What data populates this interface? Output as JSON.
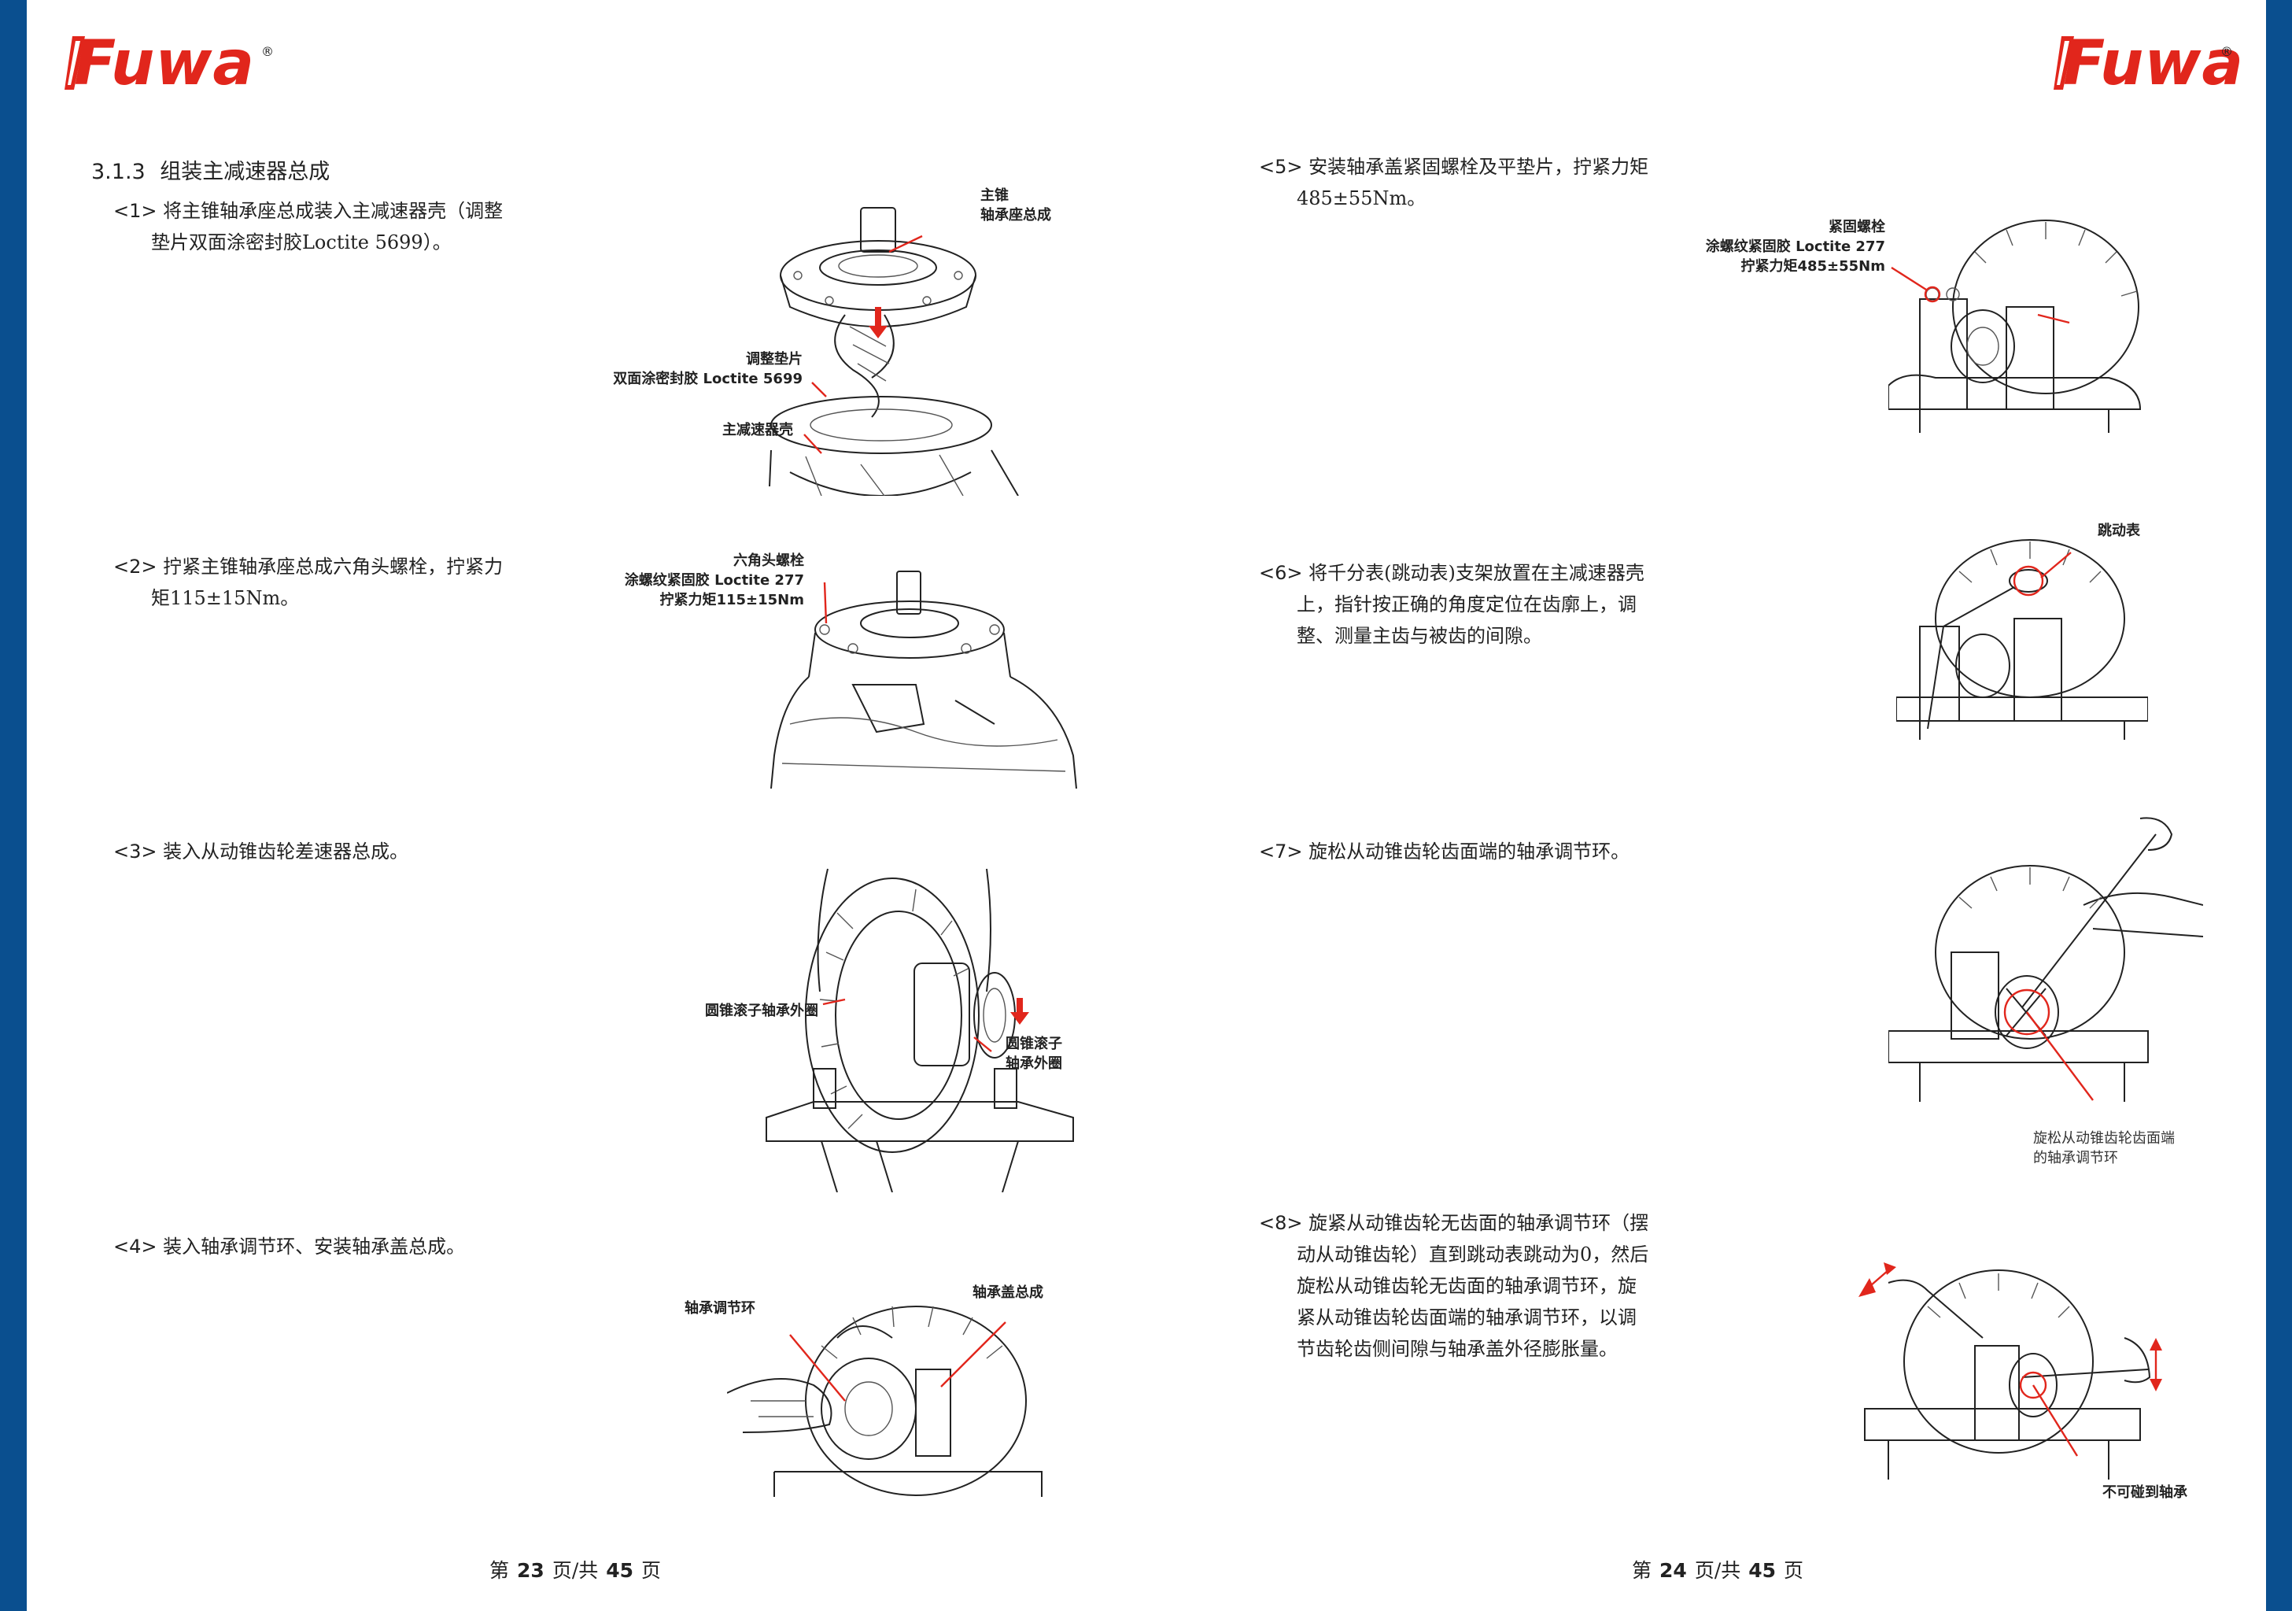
{
  "brand": {
    "name": "Fuwa",
    "registered_mark": "®",
    "color": "#e1261c",
    "side_bar_color": "#0a4f8f"
  },
  "left_page": {
    "section_number": "3.1.3",
    "section_title": "组装主减速器总成",
    "steps": [
      {
        "num": "<1>",
        "lines": [
          "将主锥轴承座总成装入主减速器壳（调整",
          "垫片双面涂密封胶Loctite 5699）。"
        ],
        "labels": [
          "主锥",
          "轴承座总成",
          "调整垫片",
          "双面涂密封胶 Loctite 5699",
          "主减速器壳"
        ]
      },
      {
        "num": "<2>",
        "lines": [
          "拧紧主锥轴承座总成六角头螺栓，拧紧力",
          "矩115±15Nm。"
        ],
        "labels": [
          "六角头螺栓",
          "涂螺纹紧固胶 Loctite 277",
          "拧紧力矩115±15Nm"
        ]
      },
      {
        "num": "<3>",
        "lines": [
          "装入从动锥齿轮差速器总成。"
        ],
        "labels": [
          "圆锥滚子轴承外圈",
          "圆锥滚子",
          "轴承外圈"
        ]
      },
      {
        "num": "<4>",
        "lines": [
          "装入轴承调节环、安装轴承盖总成。"
        ],
        "labels": [
          "轴承调节环",
          "轴承盖总成"
        ]
      }
    ],
    "footer": {
      "prefix": "第",
      "page": "23",
      "mid": "页/共",
      "total": "45",
      "suffix": "页"
    }
  },
  "right_page": {
    "steps": [
      {
        "num": "<5>",
        "lines": [
          "安装轴承盖紧固螺栓及平垫片，拧紧力矩",
          "485±55Nm。"
        ],
        "labels": [
          "紧固螺栓",
          "涂螺纹紧固胶 Loctite 277",
          "拧紧力矩485±55Nm"
        ]
      },
      {
        "num": "<6>",
        "lines": [
          "将千分表(跳动表)支架放置在主减速器壳",
          "上，指针按正确的角度定位在齿廓上，调",
          "整、测量主齿与被齿的间隙。"
        ],
        "labels": [
          "跳动表"
        ]
      },
      {
        "num": "<7>",
        "lines": [
          "旋松从动锥齿轮齿面端的轴承调节环。"
        ],
        "labels": [
          "旋松从动锥齿轮齿面端",
          "的轴承调节环"
        ]
      },
      {
        "num": "<8>",
        "lines": [
          "旋紧从动锥齿轮无齿面的轴承调节环（摆",
          "动从动锥齿轮）直到跳动表跳动为0，然后",
          "旋松从动锥齿轮无齿面的轴承调节环，旋",
          "紧从动锥齿轮齿面端的轴承调节环，以调",
          "节齿轮齿侧间隙与轴承盖外径膨胀量。"
        ],
        "labels": [
          "不可碰到轴承"
        ]
      }
    ],
    "footer": {
      "prefix": "第",
      "page": "24",
      "mid": "页/共",
      "total": "45",
      "suffix": "页"
    }
  }
}
